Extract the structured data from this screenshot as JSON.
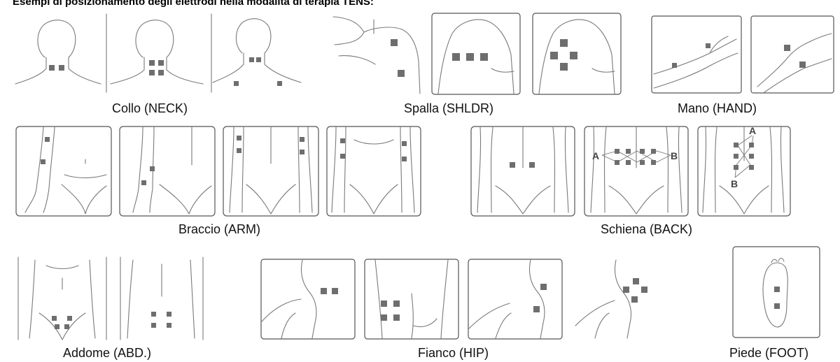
{
  "title": "Esempi di posizionamento degli elettrodi nella modalità di terapia TENS:",
  "groups": {
    "neck": "Collo (NECK)",
    "shoulder": "Spalla (SHLDR)",
    "hand": "Mano (HAND)",
    "arm": "Braccio (ARM)",
    "back": "Schiena (BACK)",
    "abdomen": "Addome (ABD.)",
    "hip": "Fianco (HIP)",
    "foot": "Piede (FOOT)"
  },
  "channel_letters": {
    "a": "A",
    "b": "B"
  },
  "colors": {
    "electrode": "#6e6e6e",
    "outline": "#7a7a7a",
    "frame": "#555555"
  }
}
